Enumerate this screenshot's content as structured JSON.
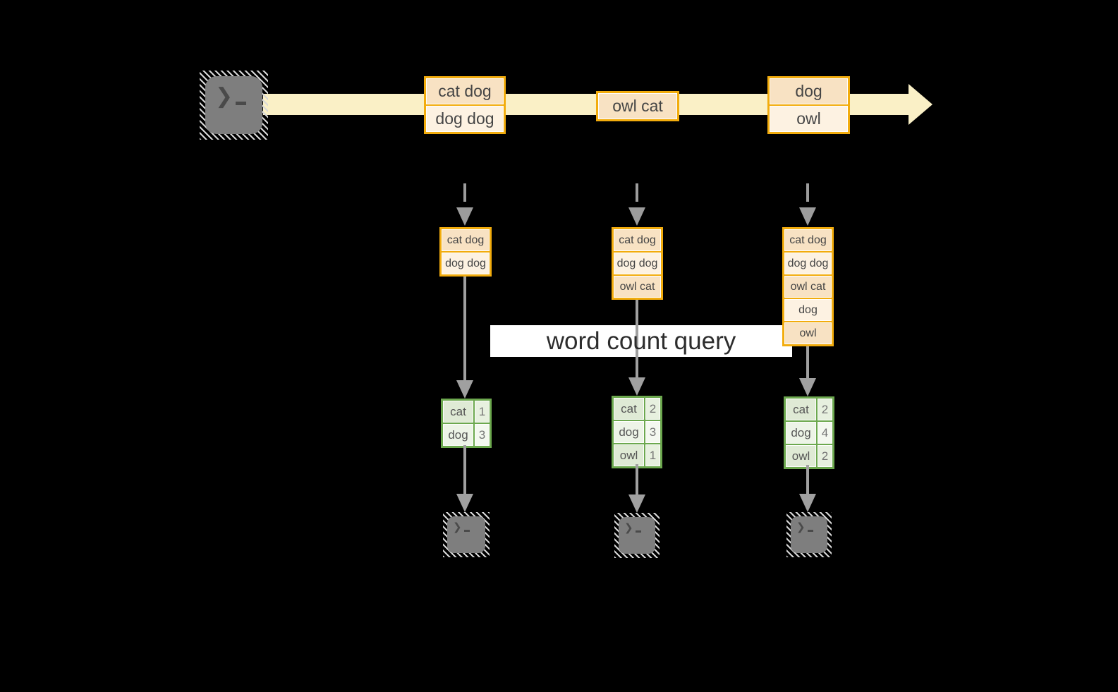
{
  "query": {
    "label": "word count query"
  },
  "stream": {
    "source_icon": "terminal-icon",
    "sink_icon": "terminal-icon",
    "prompt_glyph": "❯"
  },
  "columns": [
    {
      "stream_box": [
        "cat dog",
        "dog dog"
      ],
      "buffer": [
        "cat dog",
        "dog dog"
      ],
      "counts": [
        {
          "word": "cat",
          "count": "1"
        },
        {
          "word": "dog",
          "count": "3"
        }
      ]
    },
    {
      "stream_box": [
        "owl cat"
      ],
      "buffer": [
        "cat dog",
        "dog dog",
        "owl cat"
      ],
      "counts": [
        {
          "word": "cat",
          "count": "2"
        },
        {
          "word": "dog",
          "count": "3"
        },
        {
          "word": "owl",
          "count": "1"
        }
      ]
    },
    {
      "stream_box": [
        "dog",
        "owl"
      ],
      "buffer": [
        "cat dog",
        "dog dog",
        "owl cat",
        "dog",
        "owl"
      ],
      "counts": [
        {
          "word": "cat",
          "count": "2"
        },
        {
          "word": "dog",
          "count": "4"
        },
        {
          "word": "owl",
          "count": "2"
        }
      ]
    }
  ],
  "colors": {
    "background": "#000000",
    "stream_band": "#FAF0C6",
    "box_border": "#F2AC0D",
    "box_fill_dark": "#F8E2C3",
    "box_fill_light": "#FDF2E2",
    "table_border": "#6CA84E",
    "table_fill_dark": "#DFEAD5",
    "table_fill_light": "#EDF4E7",
    "arrow_gray": "#A0A0A0",
    "terminal_gray": "#7E7E7E",
    "query_band": "#FFFFFF",
    "text_dark": "#454545"
  }
}
